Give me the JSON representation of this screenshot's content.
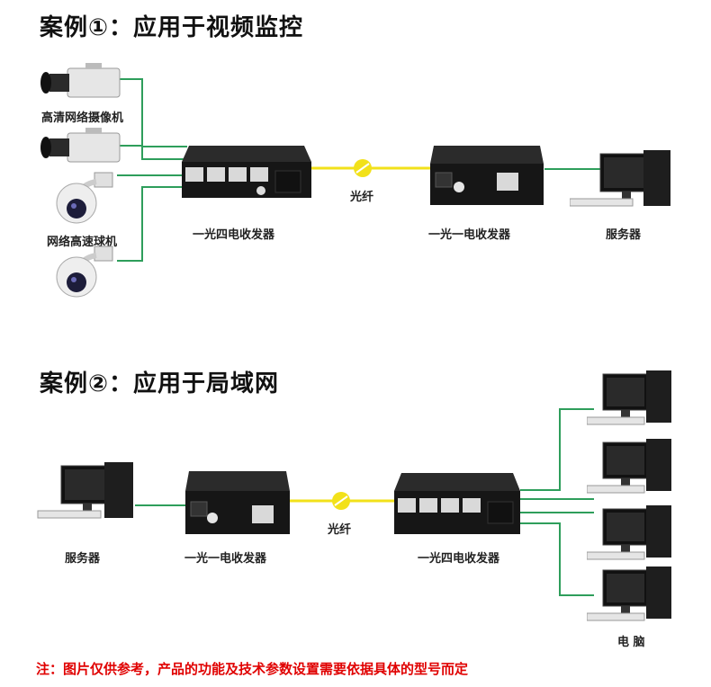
{
  "case1": {
    "title": "案例①：应用于视频监控",
    "camera_label": "高清网络摄像机",
    "dome_label": "网络高速球机",
    "fiber_label": "光纤",
    "device_left_label": "一光四电收发器",
    "device_right_label": "一光一电收发器",
    "server_label": "服务器"
  },
  "case2": {
    "title": "案例②：应用于局域网",
    "server_label": "服务器",
    "device_left_label": "一光一电收发器",
    "fiber_label": "光纤",
    "device_right_label": "一光四电收发器",
    "pc_label": "电 脑"
  },
  "note": "注：图片仅供参考，产品的功能及技术参数设置需要依据具体的型号而定",
  "colors": {
    "wire": "#2e9e5b",
    "fiber": "#f2e11a",
    "note": "#e00000",
    "device": "#1c1c1c"
  }
}
